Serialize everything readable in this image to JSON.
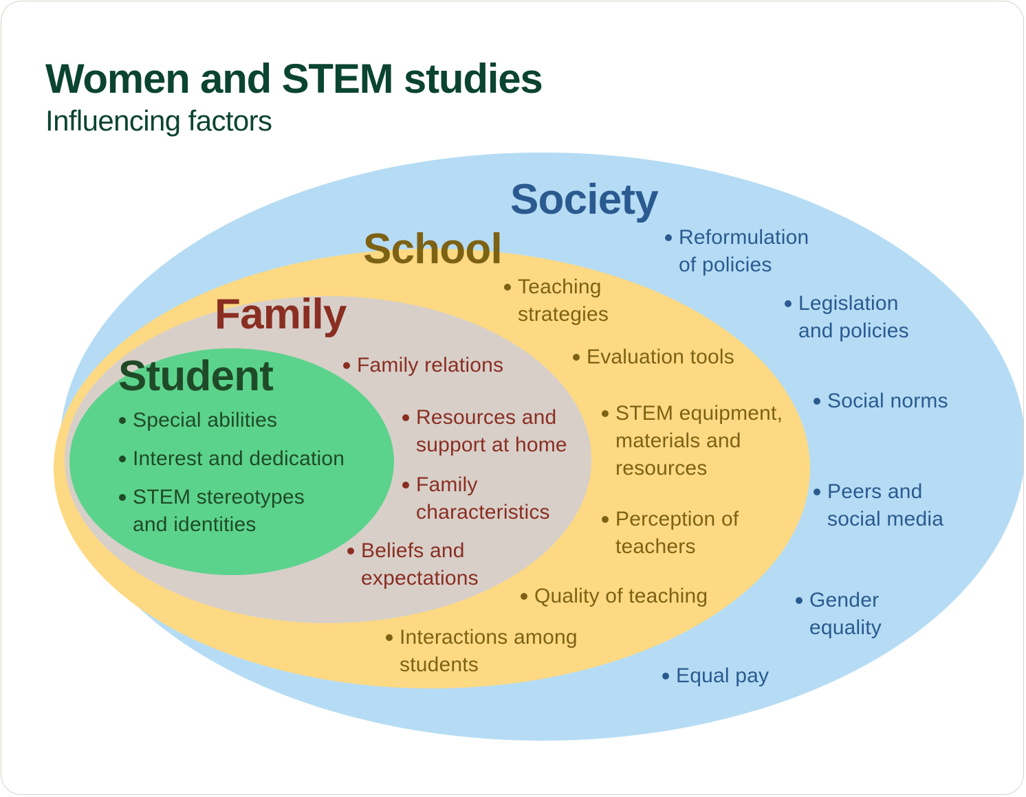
{
  "title": "Women and STEM studies",
  "subtitle": "Influencing factors",
  "colors": {
    "society_fill": "#b5dcf4",
    "school_fill": "#fdd983",
    "family_fill": "#d8cfc9",
    "student_fill": "#5cd38c",
    "society_text": "#2a5a8f",
    "school_text": "#7d6214",
    "family_text": "#8a2e22",
    "student_text": "#1f4a28",
    "title_text": "#0b4430"
  },
  "rings": {
    "society": {
      "label": "Society",
      "items": [
        "Reformulation\nof policies",
        "Legislation\nand policies",
        "Social norms",
        "Peers and\nsocial media",
        "Gender\nequality",
        "Equal pay"
      ]
    },
    "school": {
      "label": "School",
      "items": [
        "Teaching\nstrategies",
        "Evaluation tools",
        "STEM equipment,\nmaterials and\nresources",
        "Perception of\nteachers",
        "Quality of teaching",
        "Interactions among\nstudents"
      ]
    },
    "family": {
      "label": "Family",
      "items": [
        "Family relations",
        "Resources and\nsupport at home",
        "Family\ncharacteristics",
        "Beliefs and\nexpectations"
      ]
    },
    "student": {
      "label": "Student",
      "items": [
        "Special abilities",
        "Interest and dedication",
        "STEM stereotypes\nand identities"
      ]
    }
  }
}
